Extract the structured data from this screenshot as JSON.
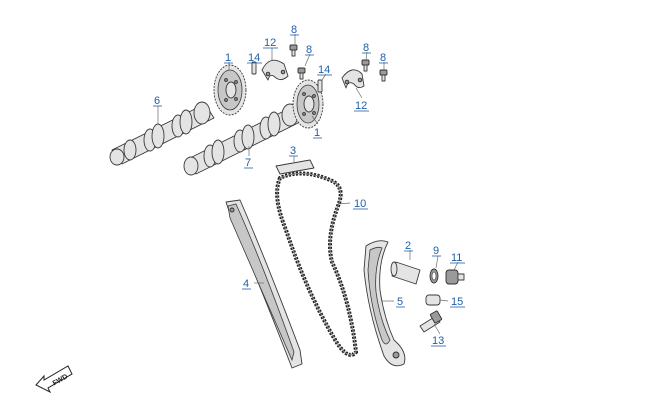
{
  "diagram": {
    "callouts": {
      "c1a": "1",
      "c1b": "1",
      "c2": "2",
      "c3": "3",
      "c4": "4",
      "c5": "5",
      "c6": "6",
      "c7": "7",
      "c8a": "8",
      "c8b": "8",
      "c8c": "8",
      "c8d": "8",
      "c9": "9",
      "c10": "10",
      "c11": "11",
      "c12a": "12",
      "c12b": "12",
      "c13": "13",
      "c14a": "14",
      "c14b": "14",
      "c15": "15"
    },
    "direction_label": "FWD"
  }
}
